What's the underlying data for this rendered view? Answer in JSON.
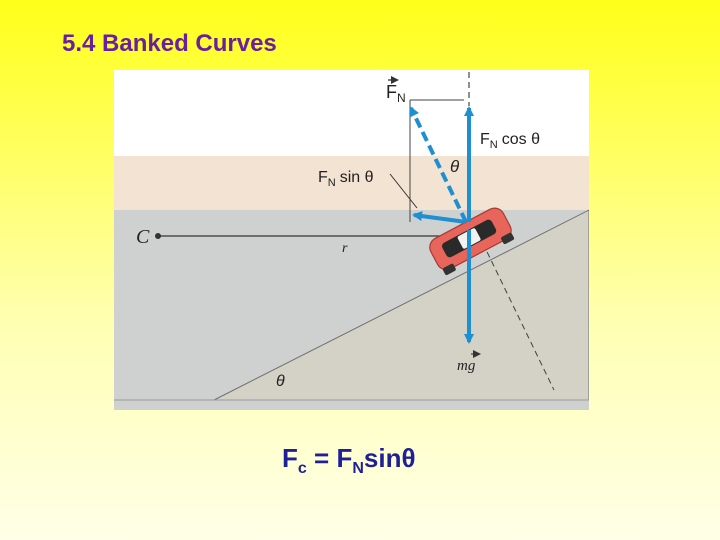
{
  "slide": {
    "title": "5.4 Banked Curves"
  },
  "diagram": {
    "center_label": "C",
    "radius_label": "r",
    "normal_force_label": "F",
    "normal_force_sub": "N",
    "vertical_component_label": "F",
    "vertical_component_sub": "N",
    "vertical_component_fn": "cos θ",
    "horizontal_component_label": "F",
    "horizontal_component_sub": "N",
    "horizontal_component_fn": "sin θ",
    "angle_label_top": "θ",
    "angle_label_bottom": "θ",
    "weight_label": "mg",
    "colors": {
      "arrow": "#1e8fd0",
      "car": "#e8645a",
      "sky_band": "#f2e2d0",
      "road": "#cfd0d0",
      "bank": "#d2d0c6"
    }
  },
  "equation": {
    "lhs": "F",
    "lhs_sub": "c",
    "equals": "=",
    "rhs": "F",
    "rhs_sub": "N",
    "rhs_fn": "sinθ"
  }
}
